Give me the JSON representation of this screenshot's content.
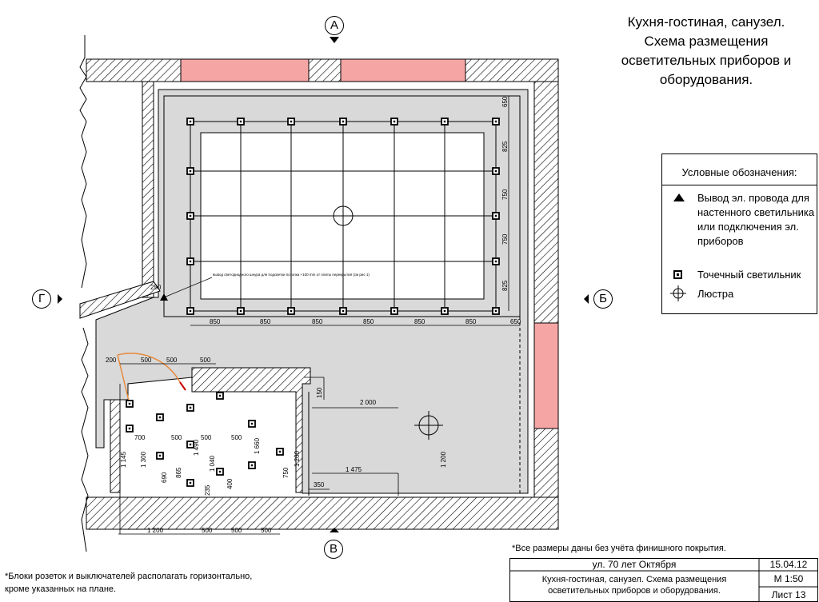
{
  "title": {
    "line1": "Кухня-гостиная, санузел.",
    "line2": "Схема размещения",
    "line3": "осветительных приборов и",
    "line4": "оборудования."
  },
  "legend": {
    "heading": "Условные обозначения:",
    "items": [
      {
        "label": "Вывод эл. провода для настенного светильника или подключения эл. приборов",
        "icon": "triangle-icon"
      },
      {
        "label": "Точечный светильник",
        "icon": "spotlight-icon"
      },
      {
        "label": "Люстра",
        "icon": "chandelier-icon"
      }
    ]
  },
  "axes": {
    "a": "А",
    "b": "Б",
    "v": "В",
    "g": "Г"
  },
  "note_ceiling": "вывод светодиодного шнура для подсветки потолка +100 mm от плиты перекрытия (см рис 1)",
  "dimensions": {
    "top_spacing": "850",
    "right_offset": "650",
    "top_offset": "650",
    "right_825": "825",
    "right_750": "750",
    "d250": "250",
    "d200": "200",
    "d500": "500",
    "d700": "700",
    "d150": "150",
    "d2000": "2 000",
    "d1475": "1 475",
    "d350": "350",
    "d1200": "1 200",
    "d1145": "1 145",
    "d1300": "1 300",
    "d690": "690",
    "d865": "865",
    "d1490": "1 490",
    "d1040": "1 040",
    "d235": "235",
    "d400": "400",
    "d1660": "1 660",
    "d750": "750"
  },
  "notes": {
    "dimensions_note": "*Все размеры даны без учёта  финишного покрытия.",
    "sockets_note": "*Блоки розеток и выключателей располагать горизонтально, кроме указанных на плане."
  },
  "stamp": {
    "address": "ул. 70 лет Октября",
    "date": "15.04.12",
    "description": "Кухня-гостиная, санузел. Схема размещения осветительных приборов и оборудования.",
    "scale": "М 1:50",
    "sheet": "Лист 13"
  },
  "colors": {
    "window": "#f6a5a5",
    "floor": "#d9d9d9",
    "hatch": "#000000"
  }
}
